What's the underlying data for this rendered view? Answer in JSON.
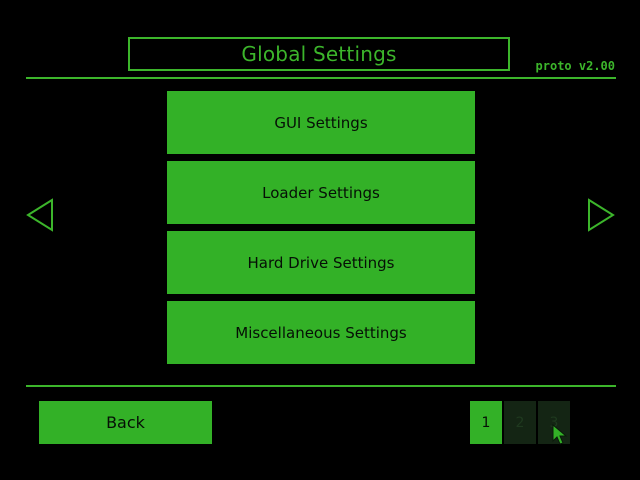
{
  "header": {
    "title": "Global Settings",
    "version": "proto v2.00"
  },
  "menu": {
    "items": [
      {
        "label": "GUI Settings"
      },
      {
        "label": "Loader Settings"
      },
      {
        "label": "Hard Drive Settings"
      },
      {
        "label": "Miscellaneous Settings"
      }
    ]
  },
  "navigation": {
    "prev_icon": "triangle-left-icon",
    "next_icon": "triangle-right-icon"
  },
  "footer": {
    "back_label": "Back",
    "pages": [
      "1",
      "2",
      "3"
    ],
    "current_page": "1"
  },
  "colors": {
    "accent": "#33b127",
    "background": "#000000",
    "text_dark": "#061006"
  }
}
